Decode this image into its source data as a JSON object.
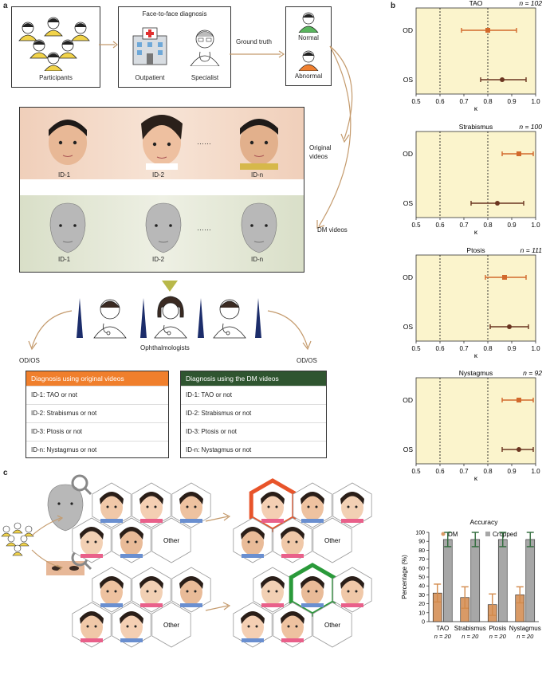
{
  "panels": {
    "a": "a",
    "b": "b",
    "c": "c"
  },
  "panel_a": {
    "participants": "Participants",
    "f2f_title": "Face-to-face diagnosis",
    "outpatient": "Outpatient",
    "specialist": "Specialist",
    "ground_truth": "Ground truth",
    "normal": "Normal",
    "abnormal": "Abnormal",
    "original_videos": "Original\nvideos",
    "dm_videos": "DM videos",
    "ids": [
      "ID-1",
      "ID-2",
      "ID-n"
    ],
    "dots": "……",
    "ophthalmologists": "Ophthalmologists",
    "odos_left": "OD/OS",
    "odos_right": "OD/OS",
    "diag_original": {
      "title": "Diagnosis using original videos",
      "color": "#f07f2c",
      "rows": [
        "ID-1: TAO or not",
        "ID-2: Strabismus or not",
        "ID-3: Ptosis or not",
        "ID-n: Nystagmus or not"
      ]
    },
    "diag_dm": {
      "title": "Diagnosis using the DM videos",
      "color": "#2f5530",
      "rows": [
        "ID-1: TAO or not",
        "ID-2: Strabismus or not",
        "ID-3: Ptosis or not",
        "ID-n: Nystagmus or not"
      ]
    }
  },
  "panel_c": {
    "other": "Other",
    "highlight_top": "#e8542a",
    "highlight_bottom": "#2a9a3a"
  },
  "chart_data": [
    {
      "type": "scatter",
      "title": "TAO",
      "n_label": "n = 102",
      "xlabel": "κ",
      "xlim": [
        0.5,
        1.0
      ],
      "xticks": [
        "0.5",
        "0.6",
        "0.7",
        "0.8",
        "0.9",
        "1.0"
      ],
      "ref_lines": [
        0.6,
        0.8
      ],
      "rows": [
        {
          "label": "OD",
          "value": 0.8,
          "low": 0.69,
          "high": 0.92,
          "color": "#d2692c"
        },
        {
          "label": "OS",
          "value": 0.86,
          "low": 0.77,
          "high": 0.96,
          "color": "#6b3520"
        }
      ]
    },
    {
      "type": "scatter",
      "title": "Strabismus",
      "n_label": "n = 100",
      "xlabel": "κ",
      "xlim": [
        0.5,
        1.0
      ],
      "xticks": [
        "0.5",
        "0.6",
        "0.7",
        "0.8",
        "0.9",
        "1.0"
      ],
      "ref_lines": [
        0.6,
        0.8
      ],
      "rows": [
        {
          "label": "OD",
          "value": 0.93,
          "low": 0.86,
          "high": 0.99,
          "color": "#d2692c"
        },
        {
          "label": "OS",
          "value": 0.84,
          "low": 0.73,
          "high": 0.95,
          "color": "#6b3520"
        }
      ]
    },
    {
      "type": "scatter",
      "title": "Ptosis",
      "n_label": "n = 111",
      "xlabel": "κ",
      "xlim": [
        0.5,
        1.0
      ],
      "xticks": [
        "0.5",
        "0.6",
        "0.7",
        "0.8",
        "0.9",
        "1.0"
      ],
      "ref_lines": [
        0.6,
        0.8
      ],
      "rows": [
        {
          "label": "OD",
          "value": 0.87,
          "low": 0.79,
          "high": 0.96,
          "color": "#d2692c"
        },
        {
          "label": "OS",
          "value": 0.89,
          "low": 0.81,
          "high": 0.97,
          "color": "#6b3520"
        }
      ]
    },
    {
      "type": "scatter",
      "title": "Nystagmus",
      "n_label": "n = 92",
      "xlabel": "κ",
      "xlim": [
        0.5,
        1.0
      ],
      "xticks": [
        "0.5",
        "0.6",
        "0.7",
        "0.8",
        "0.9",
        "1.0"
      ],
      "ref_lines": [
        0.6,
        0.8
      ],
      "rows": [
        {
          "label": "OD",
          "value": 0.93,
          "low": 0.86,
          "high": 0.99,
          "color": "#d2692c"
        },
        {
          "label": "OS",
          "value": 0.93,
          "low": 0.86,
          "high": 0.99,
          "color": "#6b3520"
        }
      ]
    },
    {
      "type": "bar",
      "title": "Accuracy",
      "ylabel": "Percentage (%)",
      "ylim": [
        0,
        100
      ],
      "yticks": [
        "0",
        "10",
        "20",
        "30",
        "40",
        "50",
        "60",
        "70",
        "80",
        "90",
        "100"
      ],
      "categories": [
        "TAO",
        "Strabismus",
        "Ptosis",
        "Nystagmus"
      ],
      "n_labels": [
        "n = 20",
        "n = 20",
        "n = 20",
        "n = 20"
      ],
      "series": [
        {
          "name": "DM",
          "values": [
            32,
            27,
            19,
            30
          ],
          "errors": [
            10,
            12,
            12,
            9
          ],
          "color": "#d99a66"
        },
        {
          "name": "Cropped",
          "values": [
            92,
            92,
            92,
            92
          ],
          "errors": [
            8,
            8,
            8,
            8
          ],
          "color": "#a7a7a7"
        }
      ]
    }
  ]
}
